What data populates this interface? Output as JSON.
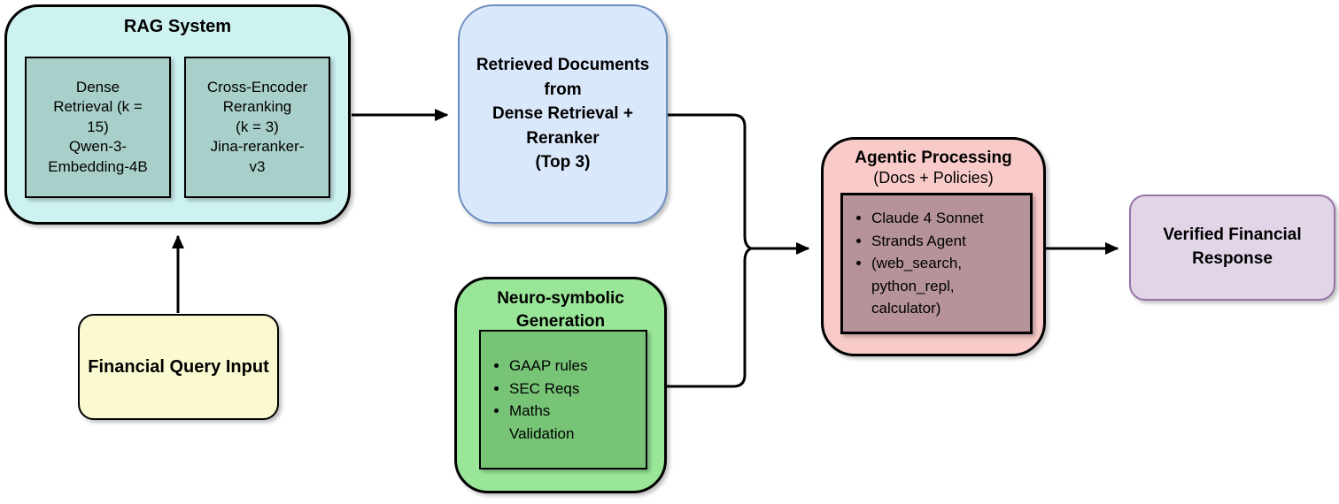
{
  "diagram": {
    "type": "flowchart",
    "rag_system": {
      "title": "RAG System",
      "dense_retrieval_label": "Dense\nRetrieval (k =\n15)\nQwen-3-\nEmbedding-4B",
      "cross_encoder_label": "Cross-Encoder\nReranking\n(k = 3)\nJina-reranker-\nv3"
    },
    "financial_query_input": {
      "label": "Financial Query Input"
    },
    "retrieved_documents": {
      "label": "Retrieved Documents\nfrom\nDense Retrieval +\nReranker\n(Top 3)"
    },
    "neuro_symbolic": {
      "title": "Neuro-symbolic\nGeneration",
      "items": [
        "GAAP rules",
        "SEC Reqs",
        "Maths\nValidation"
      ]
    },
    "agentic_processing": {
      "title": "Agentic Processing",
      "subtitle": "(Docs + Policies)",
      "items": [
        "Claude 4 Sonnet",
        "Strands Agent",
        "(web_search,\npython_repl,\ncalculator)"
      ]
    },
    "verified_response": {
      "label": "Verified Financial\nResponse"
    },
    "edges": [
      "financial_query_input -> rag_system",
      "rag_system -> retrieved_documents",
      "retrieved_documents -> agentic_processing",
      "neuro_symbolic -> agentic_processing",
      "agentic_processing -> verified_response"
    ],
    "colors": {
      "rag_fill": "#cdf2f0",
      "rag_inner_fill": "#a9cfca",
      "query_fill": "#fbf9cf",
      "retrieved_fill": "#dae8fc",
      "retrieved_border": "#6c8ebf",
      "neuro_fill": "#99e699",
      "neuro_inner_fill": "#77c477",
      "agentic_fill": "#f8cbc9",
      "agentic_inner_fill": "#b59399",
      "verified_fill": "#e1d5e7",
      "verified_border": "#9673a6",
      "connector": "#000000"
    }
  }
}
